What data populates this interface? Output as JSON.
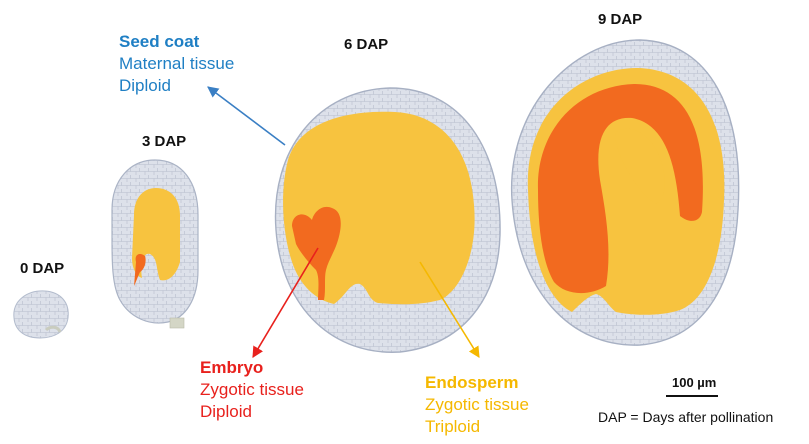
{
  "stages": [
    {
      "label": "0 DAP"
    },
    {
      "label": "3 DAP"
    },
    {
      "label": "6 DAP"
    },
    {
      "label": "9 DAP"
    }
  ],
  "annotations": {
    "seed_coat": {
      "title": "Seed coat",
      "line1": "Maternal tissue",
      "line2": "Diploid",
      "color": "#1f7fc4"
    },
    "embryo": {
      "title": "Embryo",
      "line1": "Zygotic tissue",
      "line2": "Diploid",
      "color": "#e8211d"
    },
    "endosperm": {
      "title": "Endosperm",
      "line1": "Zygotic tissue",
      "line2": "Triploid",
      "color": "#f5b800"
    }
  },
  "scale_bar": {
    "label": "100 µm"
  },
  "footnote": "DAP = Days after pollination",
  "colors": {
    "seed_coat_fill": "#d9dde6",
    "seed_coat_stroke": "#a9b1c2",
    "endosperm_fill": "#f7c33f",
    "embryo_fill": "#f26a1f",
    "arrow_blue": "#3a7fc4",
    "arrow_red": "#e8211d",
    "arrow_yellow": "#f5b800"
  }
}
